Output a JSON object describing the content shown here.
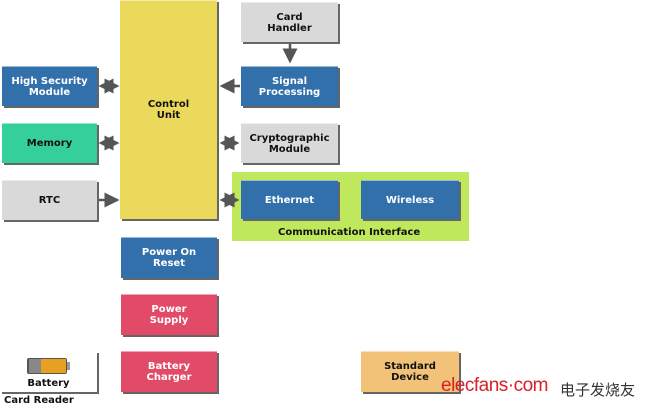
{
  "control_unit": "Control\nUnit",
  "left": {
    "hsm": "High Security\nModule",
    "memory": "Memory",
    "rtc": "RTC"
  },
  "right": {
    "card_handler": "Card\nHandler",
    "signal": "Signal\nProcessing",
    "crypto": "Cryptographic\nModule"
  },
  "comm": {
    "label": "Communication Interface",
    "ethernet": "Ethernet",
    "wireless": "Wireless"
  },
  "bottom": {
    "por": "Power On\nReset",
    "supply": "Power\nSupply",
    "charger": "Battery\nCharger",
    "battery": "Battery",
    "card_reader": "Card Reader",
    "standard": "Standard\nDevice"
  },
  "watermark": {
    "site": "elecfans·com",
    "cn": "电子发烧友"
  }
}
